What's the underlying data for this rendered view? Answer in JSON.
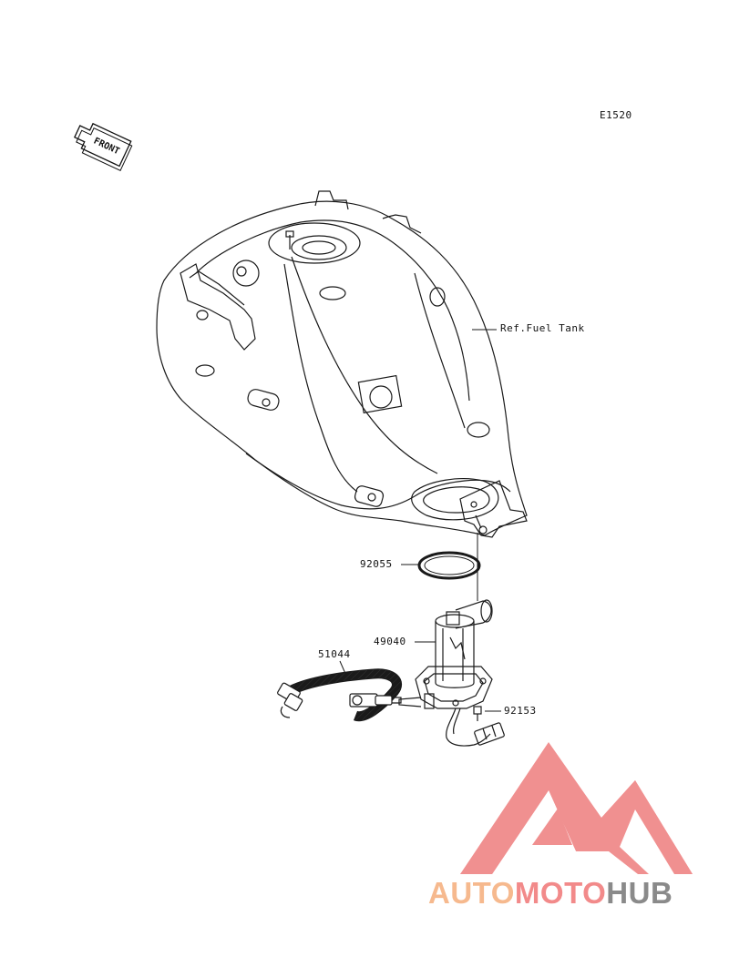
{
  "diagram": {
    "code": "E1520",
    "front_label": "FRONT",
    "ref_label": "Ref.Fuel Tank",
    "parts": [
      {
        "number": "92055"
      },
      {
        "number": "49040"
      },
      {
        "number": "51044"
      },
      {
        "number": "92153"
      }
    ]
  },
  "watermark": {
    "part1": "AUTO",
    "part2": "MOTO",
    "part3": "HUB",
    "colors": {
      "auto": "#f6b98e",
      "moto": "#f28a8a",
      "hub": "#8a8a8a",
      "logo": "#f08b8b"
    }
  },
  "colors": {
    "line": "#1a1a1a",
    "background": "#ffffff"
  }
}
